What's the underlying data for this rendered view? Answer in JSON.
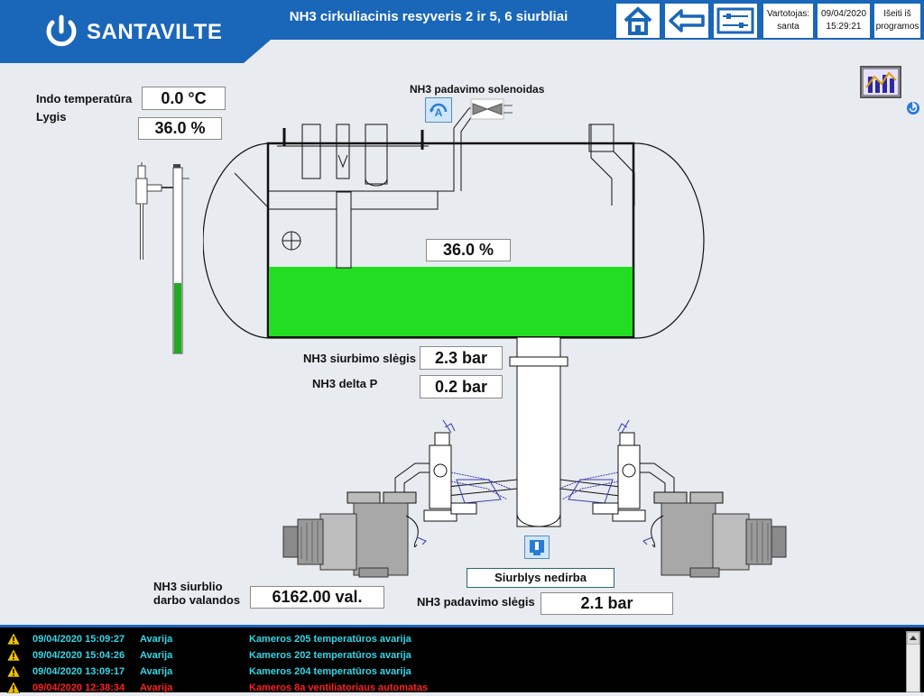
{
  "header": {
    "brand": "SANTAVILTE",
    "title": "NH3 cirkuliacinis resyveris 2 ir 5, 6 siurbliai",
    "user_label": "Vartotojas:",
    "user_name": "santa",
    "date": "09/04/2020",
    "time": "15:29:21",
    "exit_line1": "Išeiti iš",
    "exit_line2": "programos",
    "accent": "#1a66b8"
  },
  "left_panel": {
    "temp_label": "Indo temperatūra",
    "temp_value": "0.0 °C",
    "level_label": "Lygis",
    "level_value": "36.0 %"
  },
  "solenoid": {
    "label": "NH3 padavimo solenoidas"
  },
  "tank": {
    "level_value": "36.0 %",
    "level_percent": 36,
    "liquid_color": "#22dd22"
  },
  "readings": {
    "suction_label": "NH3 siurbimo slėgis",
    "suction_value": "2.3 bar",
    "delta_label": "NH3 delta P",
    "delta_value": "0.2 bar",
    "hours_label_1": "NH3 siurblio",
    "hours_label_2": "darbo valandos",
    "hours_value": "6162.00 val.",
    "feed_label": "NH3 padavimo slėgis",
    "feed_value": "2.1 bar"
  },
  "pump_status": "Siurblys nedirba",
  "alarms": [
    {
      "time": "09/04/2020 15:09:27",
      "type": "Avarija",
      "msg": "Kameros 205 temperatūros avarija",
      "color": "#30d8e8"
    },
    {
      "time": "09/04/2020 15:04:26",
      "type": "Avarija",
      "msg": "Kameros 202 temperatūros avarija",
      "color": "#30d8e8"
    },
    {
      "time": "09/04/2020 13:09:17",
      "type": "Avarija",
      "msg": "Kameros 204 temperatūros avarija",
      "color": "#30d8e8"
    },
    {
      "time": "09/04/2020 12:38:34",
      "type": "Avarija",
      "msg": "Kameros 8a ventiliatoriaus automatas",
      "color": "#ff2020"
    }
  ]
}
